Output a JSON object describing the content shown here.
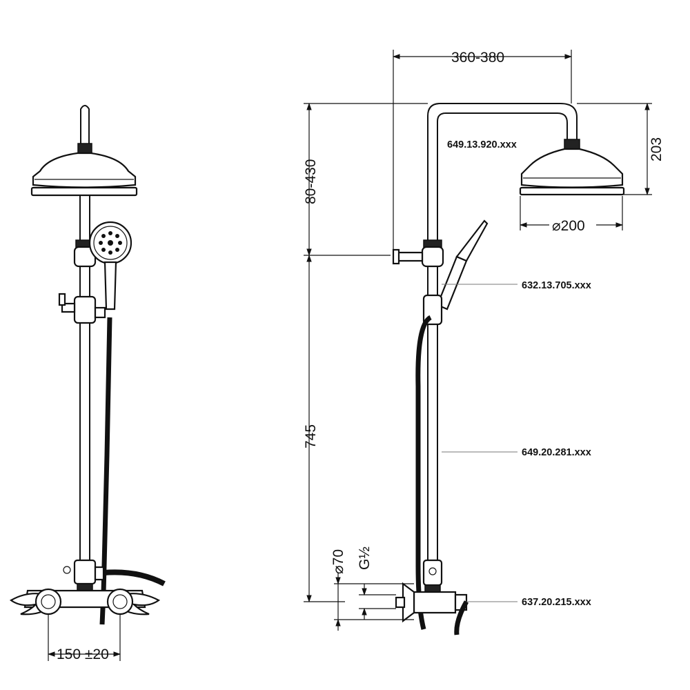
{
  "dimensions": {
    "top_width": "360-380",
    "height_adjust": "80-430",
    "head_height": "203",
    "head_diameter": "⌀200",
    "rail_height": "745",
    "flange_diameter": "⌀70",
    "thread": "G½",
    "inlet_spacing": "150 ±20"
  },
  "part_numbers": {
    "shower_head": "649.13.920.xxx",
    "hand_shower": "632.13.705.xxx",
    "riser_rail": "649.20.281.xxx",
    "mixer": "637.20.215.xxx"
  }
}
